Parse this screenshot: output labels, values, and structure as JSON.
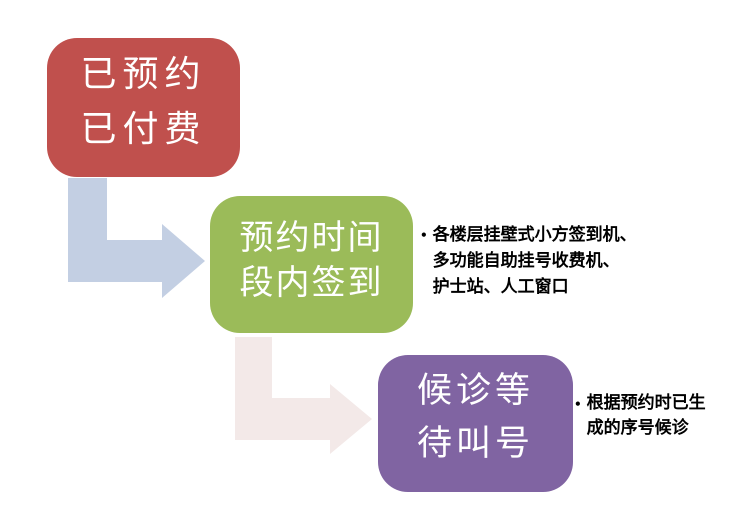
{
  "diagram": {
    "type": "flowchart",
    "background": "#FFFFFF",
    "step_text_color": "#FFFFFF",
    "note_text_color": "#000000",
    "steps": [
      {
        "name": "reserved-paid",
        "label_line1": "已预约",
        "label_line2": "已付费",
        "color": "#C0504D"
      },
      {
        "name": "check-in-within-reserved-time",
        "label_line1": "预约时间",
        "label_line2": "段内签到",
        "color": "#9BBB59"
      },
      {
        "name": "wait-for-number-call",
        "label_line1": "候诊等",
        "label_line2": "待叫号",
        "color": "#8064A2"
      }
    ],
    "arrows": [
      {
        "name": "arrow-step1-to-step2",
        "color": "#C3CFE3"
      },
      {
        "name": "arrow-step2-to-step3",
        "color": "#F3E9E8"
      }
    ],
    "notes": [
      {
        "bullet": "•",
        "line1": "各楼层挂壁式小方签到机、",
        "line2": "多功能自助挂号收费机、",
        "line3": "护士站、人工窗口"
      },
      {
        "bullet": "•",
        "line1": "根据预约时已生",
        "line2": "成的序号候诊"
      }
    ]
  }
}
